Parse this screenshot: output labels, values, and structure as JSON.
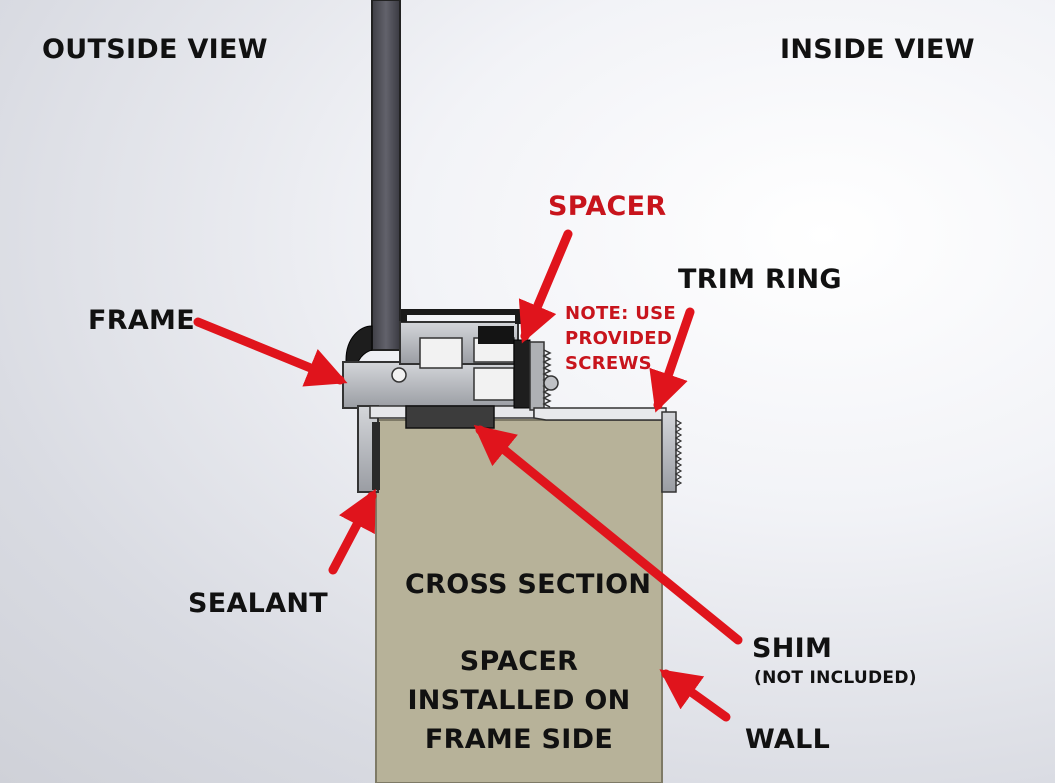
{
  "titles": {
    "outside_view": "OUTSIDE VIEW",
    "inside_view": "INSIDE VIEW"
  },
  "labels": {
    "spacer": "SPACER",
    "note_line1": "NOTE: USE",
    "note_line2": "PROVIDED",
    "note_line3": "SCREWS",
    "trim_ring": "TRIM RING",
    "frame": "FRAME",
    "sealant": "SEALANT",
    "cross_section": "CROSS SECTION",
    "spacer_installed_line1": "SPACER",
    "spacer_installed_line2": "INSTALLED ON",
    "spacer_installed_line3": "FRAME SIDE",
    "shim": "SHIM",
    "shim_note": "(NOT INCLUDED)",
    "wall": "WALL"
  },
  "colors": {
    "label_text": "#111111",
    "accent_red": "#c8141c",
    "wall_fill": "#b7b299",
    "aluminum": "#b9bcc1",
    "glass": "#55555d",
    "dark_part": "#2a2a2a"
  }
}
